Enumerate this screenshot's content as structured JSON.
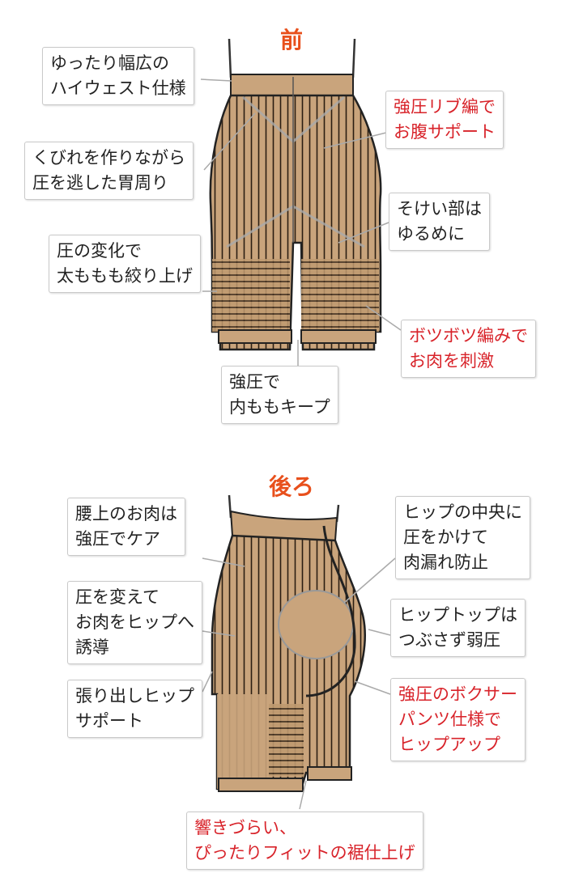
{
  "front": {
    "title": "前",
    "callouts": [
      {
        "lines": [
          "ゆったり幅広の",
          "ハイウェスト仕様"
        ],
        "color": "#222222"
      },
      {
        "lines": [
          "強圧リブ編で",
          "お腹サポート"
        ],
        "color": "#d8232a"
      },
      {
        "lines": [
          "くびれを作りながら",
          "圧を逃した胃周り"
        ],
        "color": "#222222"
      },
      {
        "lines": [
          "そけい部は",
          "ゆるめに"
        ],
        "color": "#222222"
      },
      {
        "lines": [
          "圧の変化で",
          "太ももも絞り上げ"
        ],
        "color": "#222222"
      },
      {
        "lines": [
          "ボツボツ編みで",
          "お肉を刺激"
        ],
        "color": "#d8232a"
      },
      {
        "lines": [
          "強圧で",
          "内ももキープ"
        ],
        "color": "#222222"
      }
    ]
  },
  "back": {
    "title": "後ろ",
    "callouts": [
      {
        "lines": [
          "腰上のお肉は",
          "強圧でケア"
        ],
        "color": "#222222"
      },
      {
        "lines": [
          "ヒップの中央に",
          "圧をかけて",
          "肉漏れ防止"
        ],
        "color": "#222222"
      },
      {
        "lines": [
          "圧を変えて",
          "お肉をヒップへ",
          "誘導"
        ],
        "color": "#222222"
      },
      {
        "lines": [
          "ヒップトップは",
          "つぶさず弱圧"
        ],
        "color": "#222222"
      },
      {
        "lines": [
          "張り出しヒップ",
          "サポート"
        ],
        "color": "#222222"
      },
      {
        "lines": [
          "強圧のボクサー",
          "パンツ仕様で",
          "ヒップアップ"
        ],
        "color": "#d8232a"
      },
      {
        "lines": [
          "響きづらい、",
          "ぴったりフィットの裾仕上げ"
        ],
        "color": "#d8232a"
      }
    ]
  },
  "colors": {
    "garment": "#c9a47c",
    "garment_dark": "#b88f63",
    "accent": "#e8501c",
    "red_text": "#d8232a"
  }
}
